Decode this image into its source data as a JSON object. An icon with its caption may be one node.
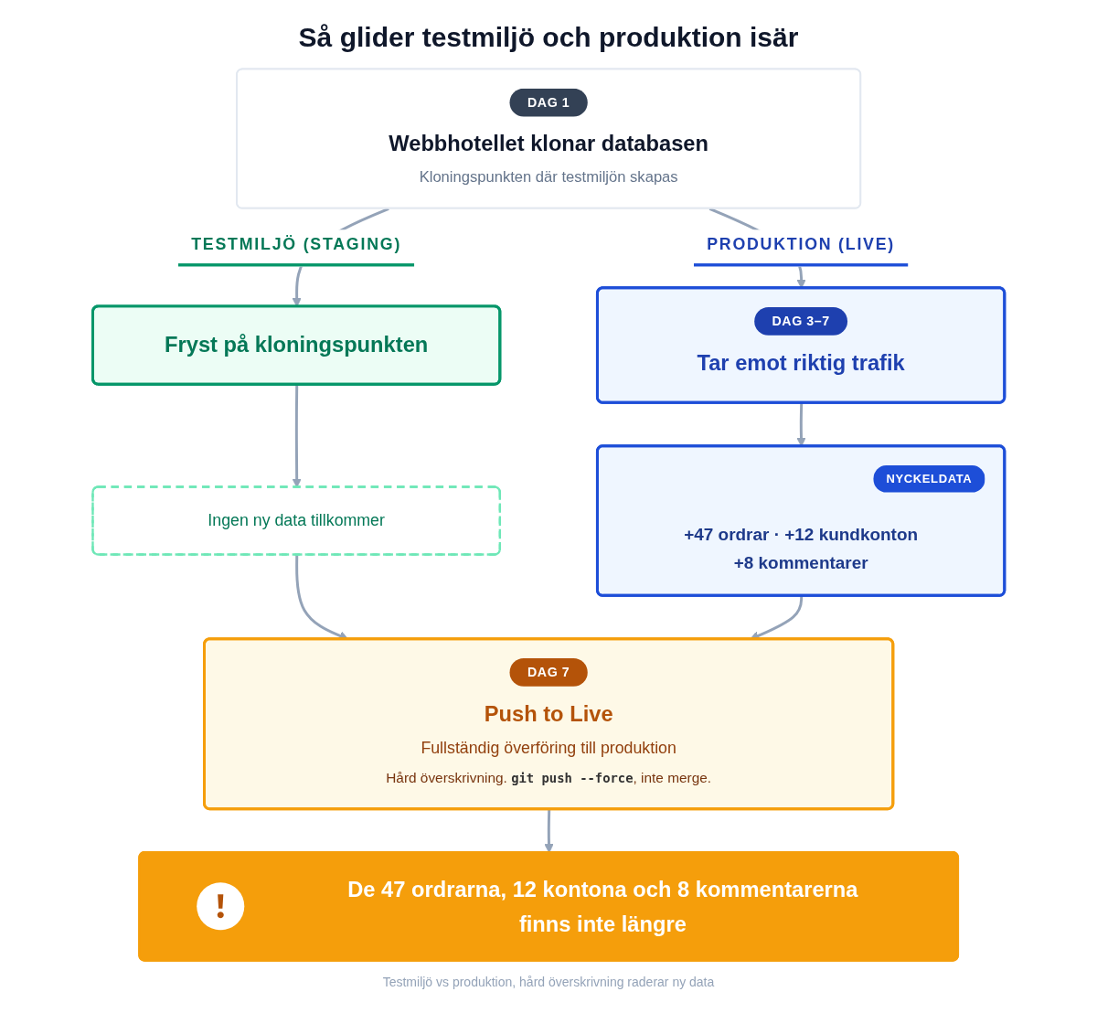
{
  "diagram": {
    "title": "Så glider testmiljö och produktion isär",
    "caption": "Testmiljö vs produktion, hård överskrivning raderar ny data",
    "nodes": [
      {
        "text": [
          "DAG 1",
          "Webbhotellet klonar databasen",
          "Kloningspunkten där testmiljön skapas"
        ]
      },
      {
        "text": [
          "Fryst på kloningspunkten"
        ]
      },
      {
        "text": [
          "DAG 3–7",
          "Tar emot riktig trafik"
        ]
      },
      {
        "text": [
          "Ingen ny data tillkommer"
        ]
      },
      {
        "text": [
          "NYCKELDATA",
          "+47 ordrar · +12 kundkonton +8 kommentarer"
        ]
      },
      {
        "text": [
          "DAG 7",
          "Push to Live",
          "Fullständig överföring till produktion",
          "Hård överskrivning. **git push --force**, inte merge."
        ]
      },
      {
        "text": [
          "De 47 ordrarna, 12 kontona och 8 kommentarerna finns inte längre"
        ]
      }
    ],
    "edges": [
      {
        "from": 0,
        "to": 1,
        "arrow": "to",
        "label": "TESTMILJÖ (STAGING)"
      },
      {
        "from": 0,
        "to": 2,
        "arrow": "to",
        "label": "PRODUKTION (LIVE)"
      },
      {
        "from": 1,
        "to": 3,
        "arrow": "to"
      },
      {
        "from": 2,
        "to": 4,
        "arrow": "to"
      },
      {
        "from": 3,
        "to": 5,
        "arrow": "to"
      },
      {
        "from": 4,
        "to": 5,
        "arrow": "to"
      },
      {
        "from": 5,
        "to": 6,
        "arrow": "to"
      }
    ]
  }
}
